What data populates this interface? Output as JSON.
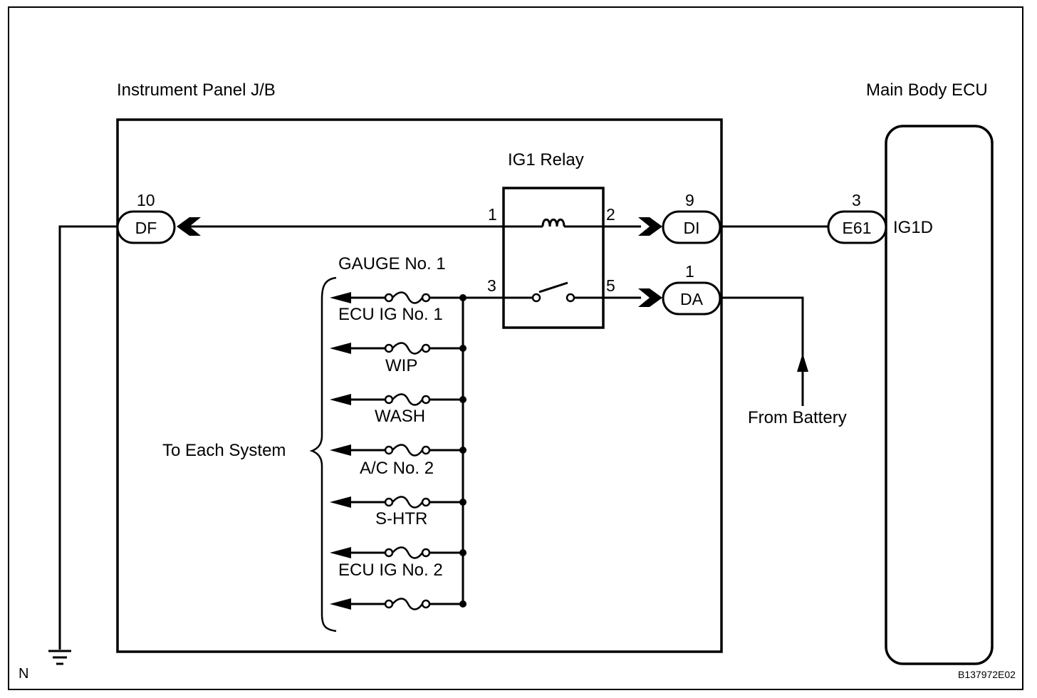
{
  "labels": {
    "jb": "Instrument Panel J/B",
    "ecu": "Main Body ECU",
    "relay": "IG1 Relay",
    "to_each_system": "To Each System",
    "from_battery": "From Battery",
    "ground": "N",
    "figure_code": "B137972E02"
  },
  "connectors": {
    "df": {
      "name": "DF",
      "pin": "10"
    },
    "di": {
      "name": "DI",
      "pin": "9"
    },
    "da": {
      "name": "DA",
      "pin": "1"
    },
    "e61": {
      "name": "E61",
      "pin": "3"
    }
  },
  "ecu_terminal": "IG1D",
  "relay_pins": {
    "p1": "1",
    "p2": "2",
    "p3": "3",
    "p5": "5"
  },
  "fuses": [
    "GAUGE No. 1",
    "ECU IG No. 1",
    "WIP",
    "WASH",
    "A/C No. 2",
    "S-HTR",
    "ECU IG No. 2"
  ]
}
